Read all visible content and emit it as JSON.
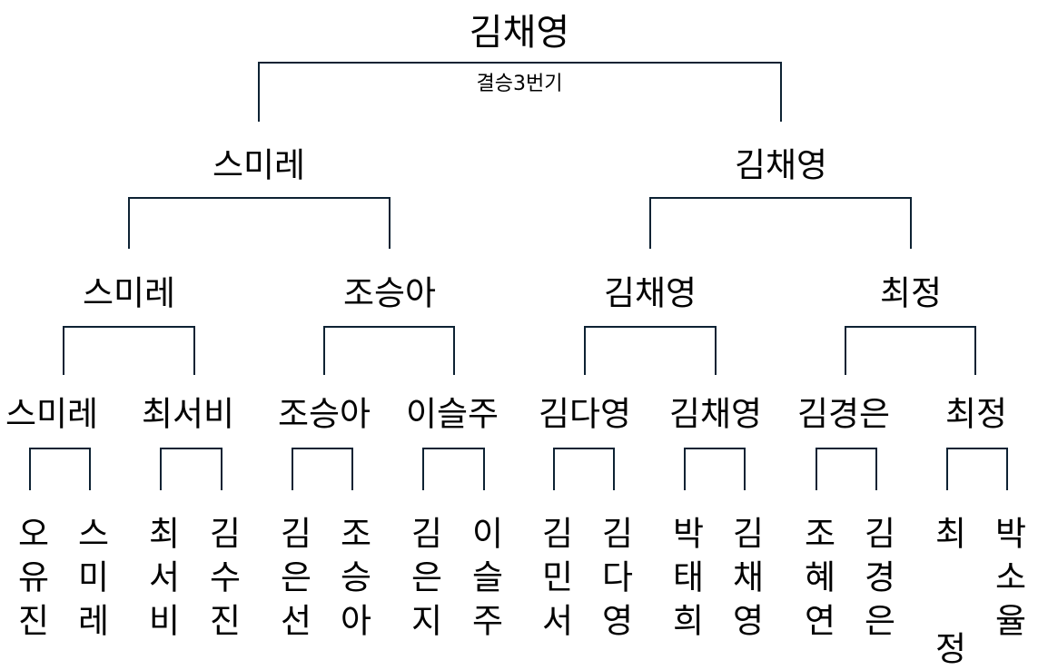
{
  "champion": "김채영",
  "final_label": "결승3번기",
  "semifinal_winners": [
    "스미레",
    "김채영"
  ],
  "quarterfinal_winners": [
    "스미레",
    "조승아",
    "김채영",
    "최정"
  ],
  "round16_winners": [
    "스미레",
    "최서비",
    "조승아",
    "이슬주",
    "김다영",
    "김채영",
    "김경은",
    "최정"
  ],
  "players": [
    "오유진",
    "스미레",
    "최서비",
    "김수진",
    "김은선",
    "조승아",
    "김은지",
    "이슬주",
    "김민서",
    "김다영",
    "박태희",
    "김채영",
    "조혜연",
    "김경은",
    "최 정",
    "박소율"
  ],
  "line_color": "#0d2233"
}
